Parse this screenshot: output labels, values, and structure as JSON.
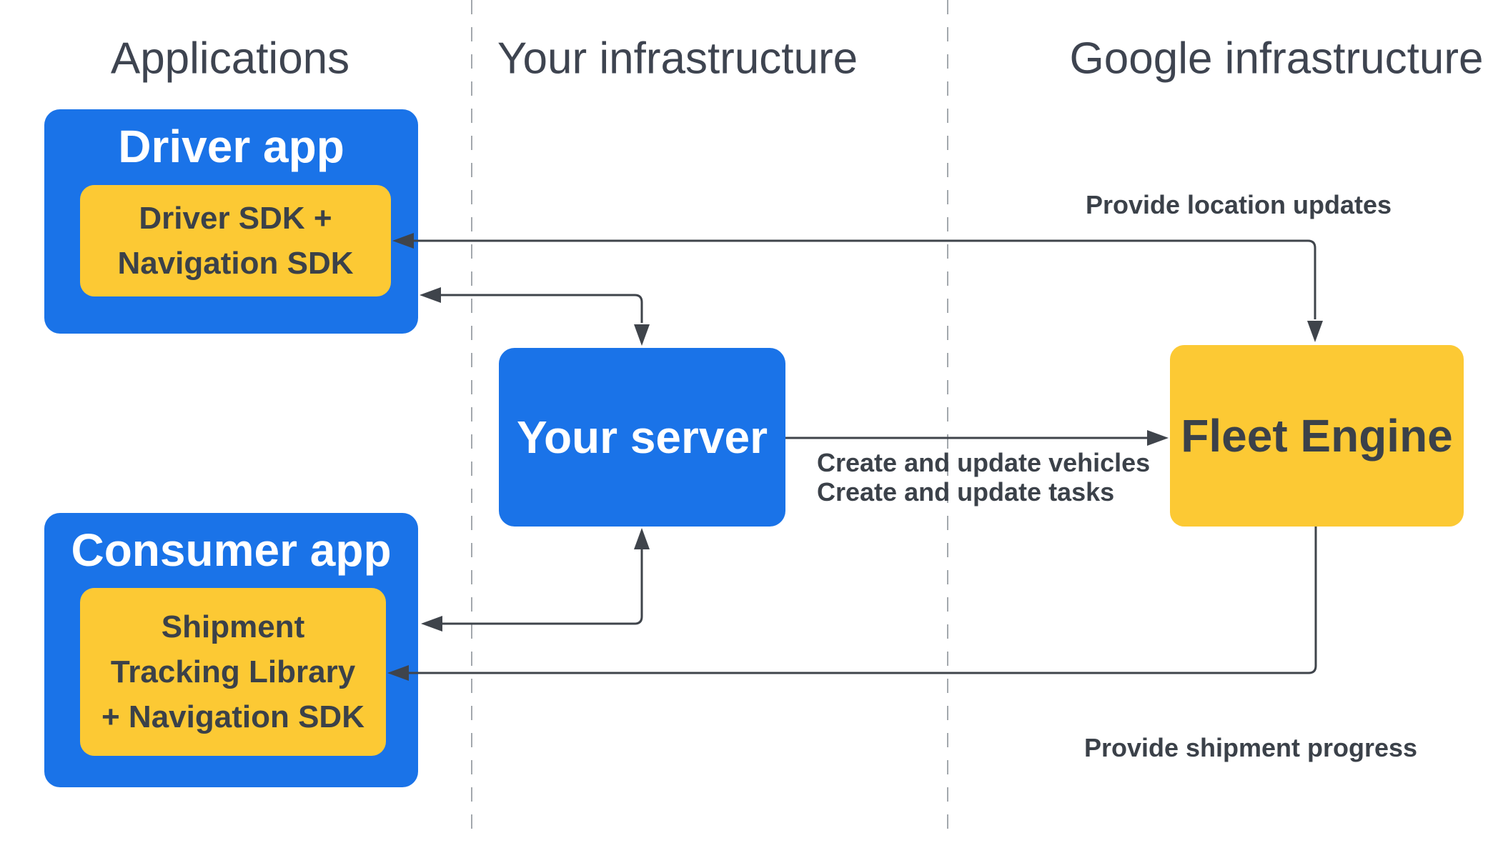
{
  "headers": {
    "applications": "Applications",
    "your_infrastructure": "Your infrastructure",
    "google_infrastructure": "Google infrastructure"
  },
  "boxes": {
    "driver_app": {
      "title": "Driver app",
      "sdk_lines": [
        "Driver SDK +",
        "Navigation SDK"
      ]
    },
    "consumer_app": {
      "title": "Consumer app",
      "sdk_lines": [
        "Shipment",
        "Tracking Library",
        "+ Navigation SDK"
      ]
    },
    "your_server": {
      "title": "Your server"
    },
    "fleet_engine": {
      "title": "Fleet Engine"
    }
  },
  "arrow_labels": {
    "provide_location_updates": "Provide location updates",
    "create_update_lines": [
      "Create and update vehicles",
      "Create and update tasks"
    ],
    "provide_shipment_progress": "Provide shipment progress"
  },
  "colors": {
    "blue": "#1a73e8",
    "yellow": "#fcc934",
    "connector": "#3f444b",
    "divider_dash": "#a3a8ad",
    "text_dark": "#3b4149",
    "text_light": "#ffffff",
    "background": "#ffffff"
  }
}
